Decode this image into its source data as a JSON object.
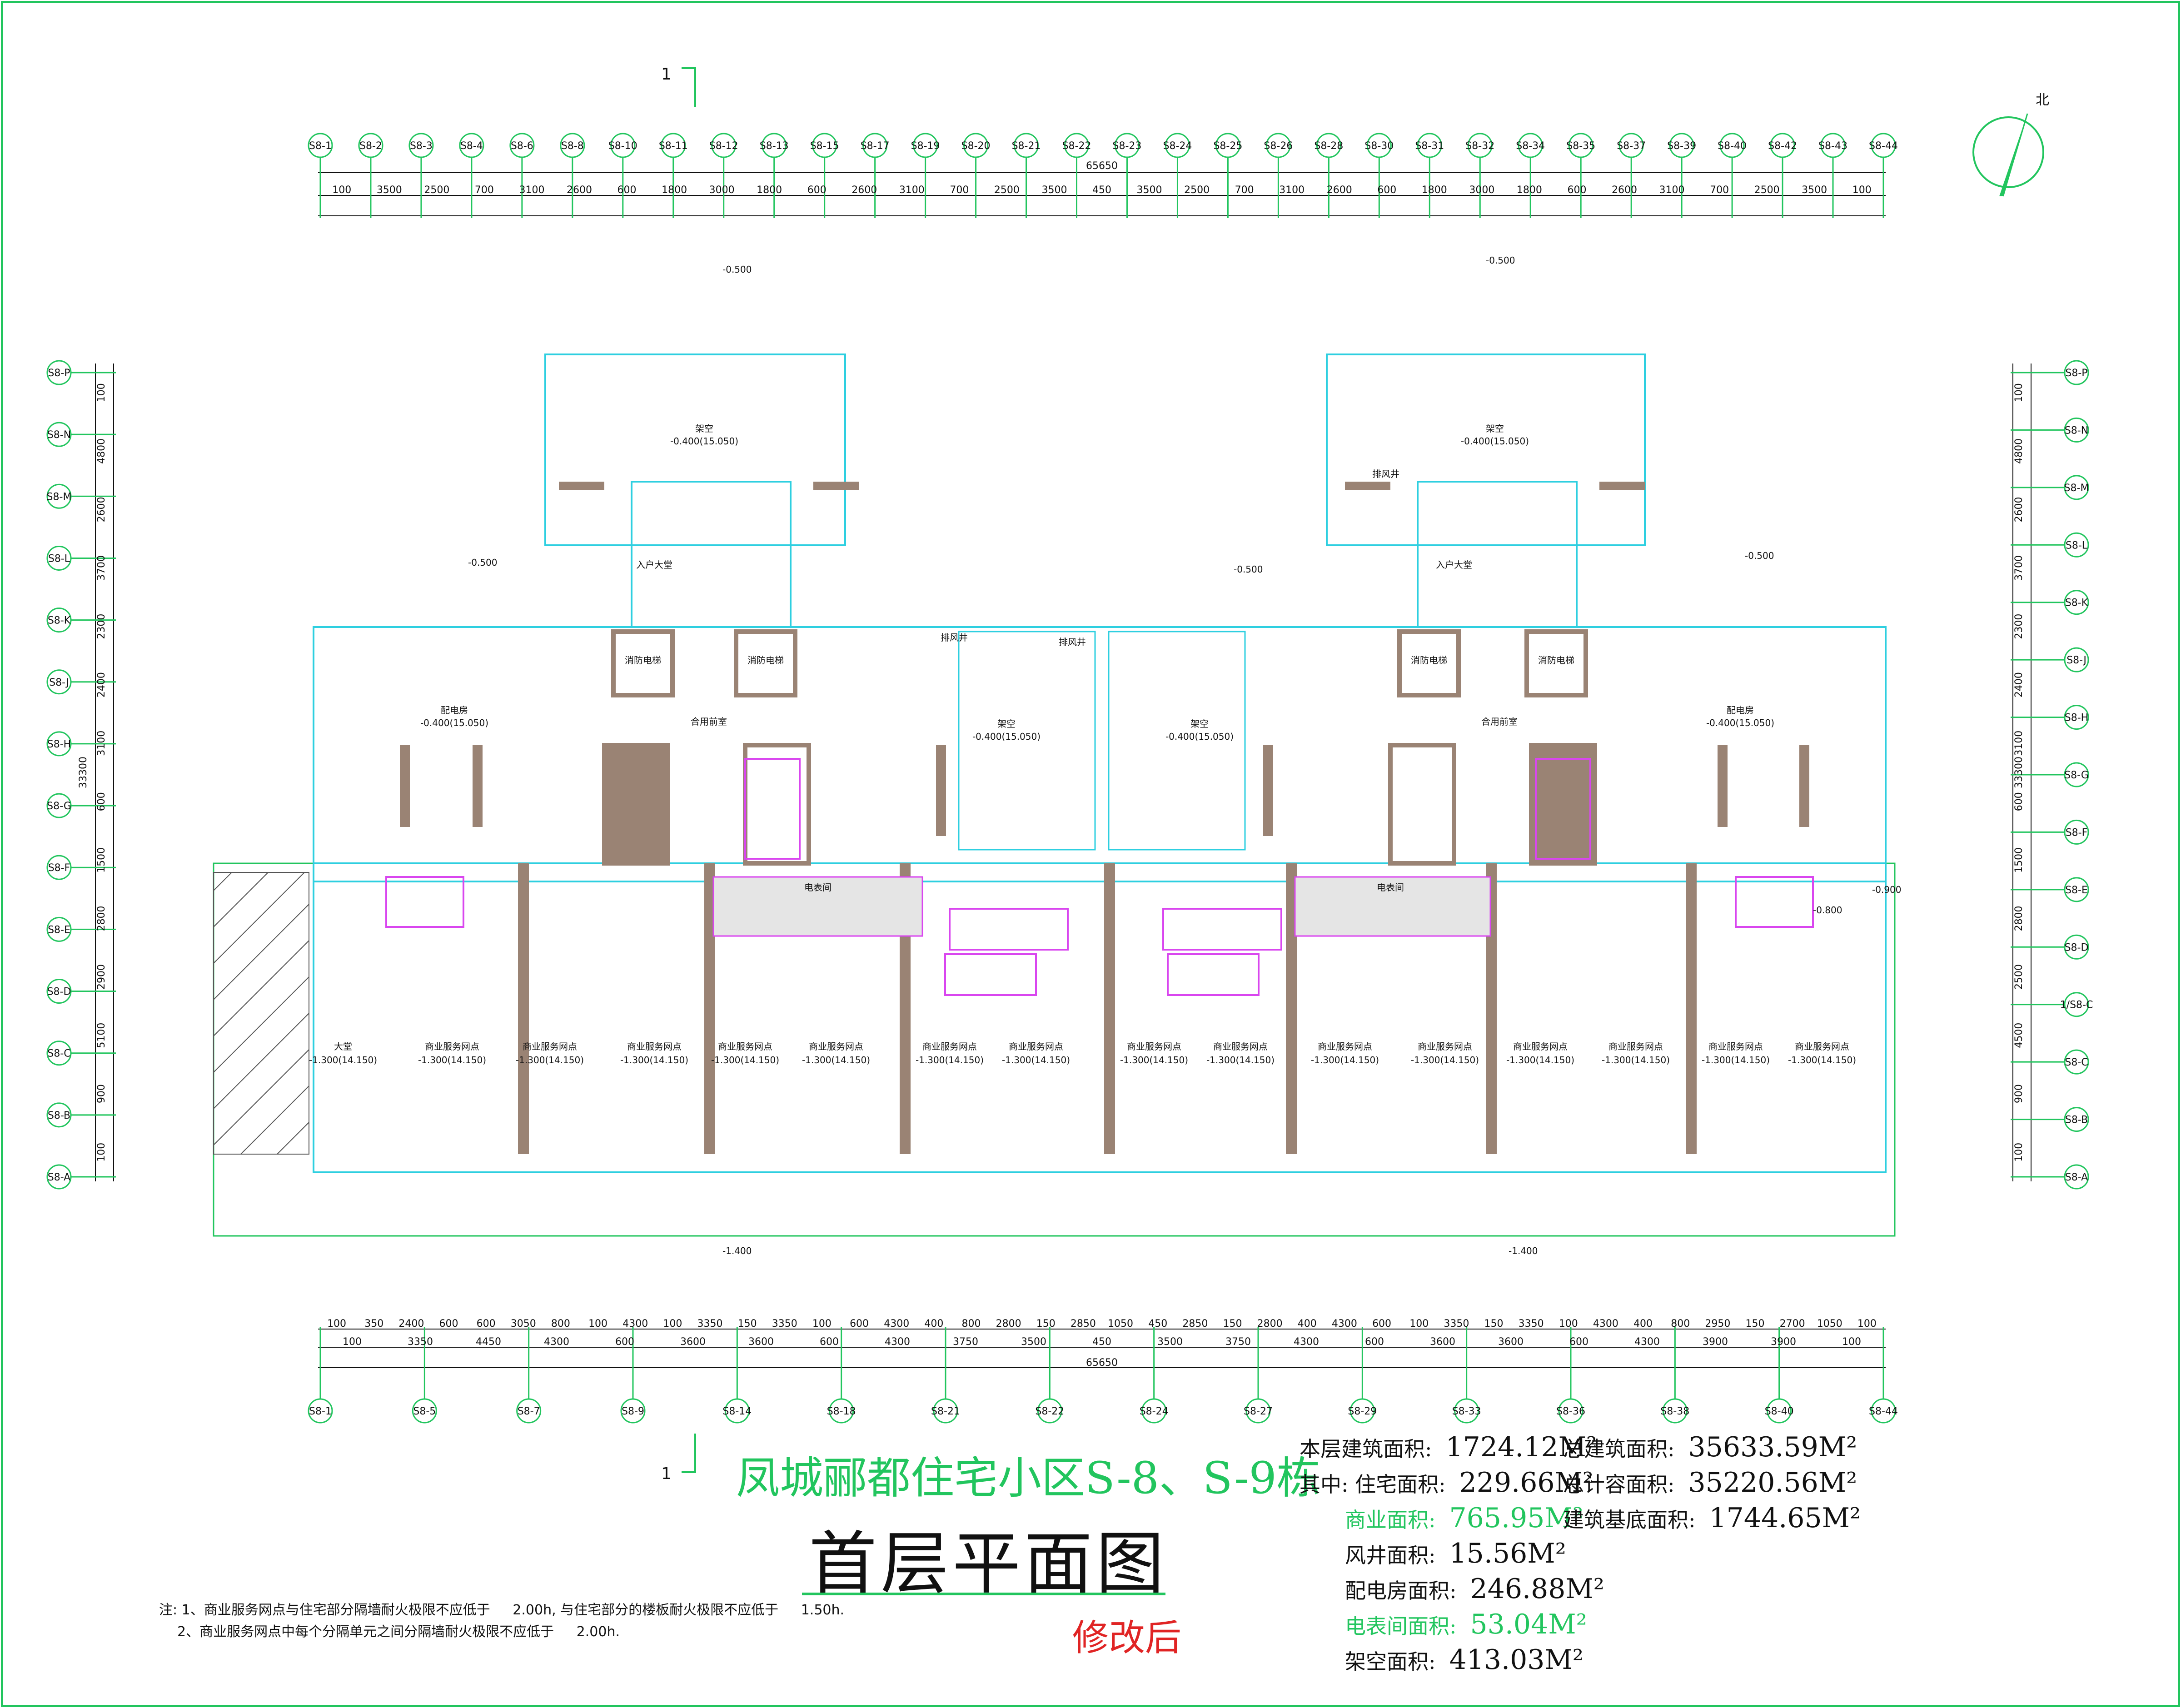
{
  "colors": {
    "grid": "#22c55e",
    "wall": "#9a8374",
    "window": "#2ecfe0",
    "stair": "#d946ef",
    "revised": "#e02424"
  },
  "axes_top": [
    "S8-1",
    "S8-2",
    "S8-3",
    "S8-4",
    "S8-6",
    "S8-8",
    "S8-10",
    "S8-11",
    "S8-12",
    "S8-13",
    "S8-15",
    "S8-17",
    "S8-19",
    "S8-20",
    "S8-21",
    "S8-22",
    "S8-23",
    "S8-24",
    "S8-25",
    "S8-26",
    "S8-28",
    "S8-30",
    "S8-31",
    "S8-32",
    "S8-34",
    "S8-35",
    "S8-37",
    "S8-39",
    "S8-40",
    "S8-42",
    "S8-43",
    "S8-44"
  ],
  "axes_bottom": [
    "S8-1",
    "S8-5",
    "S8-7",
    "S8-9",
    "S8-14",
    "S8-18",
    "S8-21",
    "S8-22",
    "S8-24",
    "S8-27",
    "S8-29",
    "S8-33",
    "S8-36",
    "S8-38",
    "S8-40",
    "S8-44"
  ],
  "axes_left": [
    "S8-P",
    "S8-N",
    "S8-M",
    "S8-L",
    "S8-K",
    "S8-J",
    "S8-H",
    "S8-G",
    "S8-F",
    "S8-E",
    "S8-D",
    "S8-C",
    "S8-B",
    "S8-A"
  ],
  "axes_right": [
    "S8-P",
    "S8-N",
    "S8-M",
    "S8-L",
    "S8-K",
    "S8-J",
    "S8-H",
    "S8-G",
    "S8-F",
    "S8-E",
    "S8-D",
    "1/S8-C",
    "S8-C",
    "S8-B",
    "S8-A"
  ],
  "dims_top": [
    "100",
    "3500",
    "2500",
    "700",
    "3100",
    "2600",
    "600",
    "1800",
    "3000",
    "1800",
    "600",
    "2600",
    "3100",
    "700",
    "2500",
    "3500",
    "450",
    "3500",
    "2500",
    "700",
    "3100",
    "2600",
    "600",
    "1800",
    "3000",
    "1800",
    "600",
    "2600",
    "3100",
    "700",
    "2500",
    "3500",
    "100"
  ],
  "dims_top_total": "65650",
  "dims_bottom_a": [
    "100",
    "350",
    "2400",
    "600",
    "600",
    "3050",
    "800",
    "100",
    "4300",
    "100",
    "3350",
    "150",
    "3350",
    "100",
    "600",
    "4300",
    "400",
    "800",
    "2800",
    "150",
    "2850",
    "1050",
    "450",
    "2850",
    "150",
    "2800",
    "400",
    "4300",
    "600",
    "100",
    "3350",
    "150",
    "3350",
    "100",
    "4300",
    "400",
    "800",
    "2950",
    "150",
    "2700",
    "1050",
    "100"
  ],
  "dims_bottom_b": [
    "100",
    "3350",
    "4450",
    "4300",
    "600",
    "3600",
    "3600",
    "600",
    "4300",
    "3750",
    "3500",
    "450",
    "3500",
    "3750",
    "4300",
    "600",
    "3600",
    "3600",
    "600",
    "4300",
    "3900",
    "3900",
    "100"
  ],
  "dims_bottom_total": "65650",
  "dims_left": [
    "100",
    "4800",
    "2600",
    "3700",
    "2300",
    "2400",
    "3100",
    "600",
    "1500",
    "2800",
    "2900",
    "5100",
    "900",
    "100"
  ],
  "dims_left_total": "33300",
  "dims_right": [
    "100",
    "4800",
    "2600",
    "3700",
    "2300",
    "2400",
    "3100",
    "600",
    "1500",
    "2800",
    "2500",
    "4500",
    "900",
    "100"
  ],
  "dims_right_total": "33300",
  "room_labels": {
    "shop": "商业服务网点",
    "shop_elev": "-1.300(14.150)",
    "lobby": "大堂",
    "open": "架空",
    "open_elev": "-0.400(15.050)",
    "entrance": "入户大堂",
    "power_room": "配电房",
    "power_room_elev": "-0.400(15.050)",
    "meter_room": "电表间",
    "elevator": "消防电梯",
    "vent": "排风井",
    "corridor": "合用前室"
  },
  "elevations": [
    "-0.500",
    "-0.500",
    "-0.500",
    "-0.500",
    "-0.500",
    "-1.400",
    "-1.400",
    "-0.900",
    "-0.800"
  ],
  "section_marks": [
    "1",
    "1"
  ],
  "north_label": "北",
  "project_title": "凤城郦都住宅小区S-8、S-9栋",
  "drawing_title": "首层平面图",
  "revision": "修改后",
  "area_table": {
    "floor_area_label": "本层建筑面积:",
    "floor_area": "1724.12M²",
    "residential_label": "其中: 住宅面积:",
    "residential": "229.66M²",
    "commercial_label": "商业面积:",
    "commercial": "765.95M²",
    "shaft_label": "风井面积:",
    "shaft": "15.56M²",
    "power_label": "配电房面积:",
    "power": "246.88M²",
    "meter_label": "电表间面积:",
    "meter": "53.04M²",
    "open_label": "架空面积:",
    "open": "413.03M²",
    "total_label": "总建筑面积:",
    "total": "35633.59M²",
    "far_label": "总计容面积:",
    "far": "35220.56M²",
    "footprint_label": "建筑基底面积:",
    "footprint": "1744.65M²"
  },
  "notes": {
    "n1_a": "注: 1、商业服务网点与住宅部分隔墙耐火极限不应低于",
    "n1_b": "2.00h, 与住宅部分的楼板耐火极限不应低于",
    "n1_c": "1.50h.",
    "n2_a": "2、商业服务网点中每个分隔单元之间分隔墙耐火极限不应低于",
    "n2_b": "2.00h."
  }
}
